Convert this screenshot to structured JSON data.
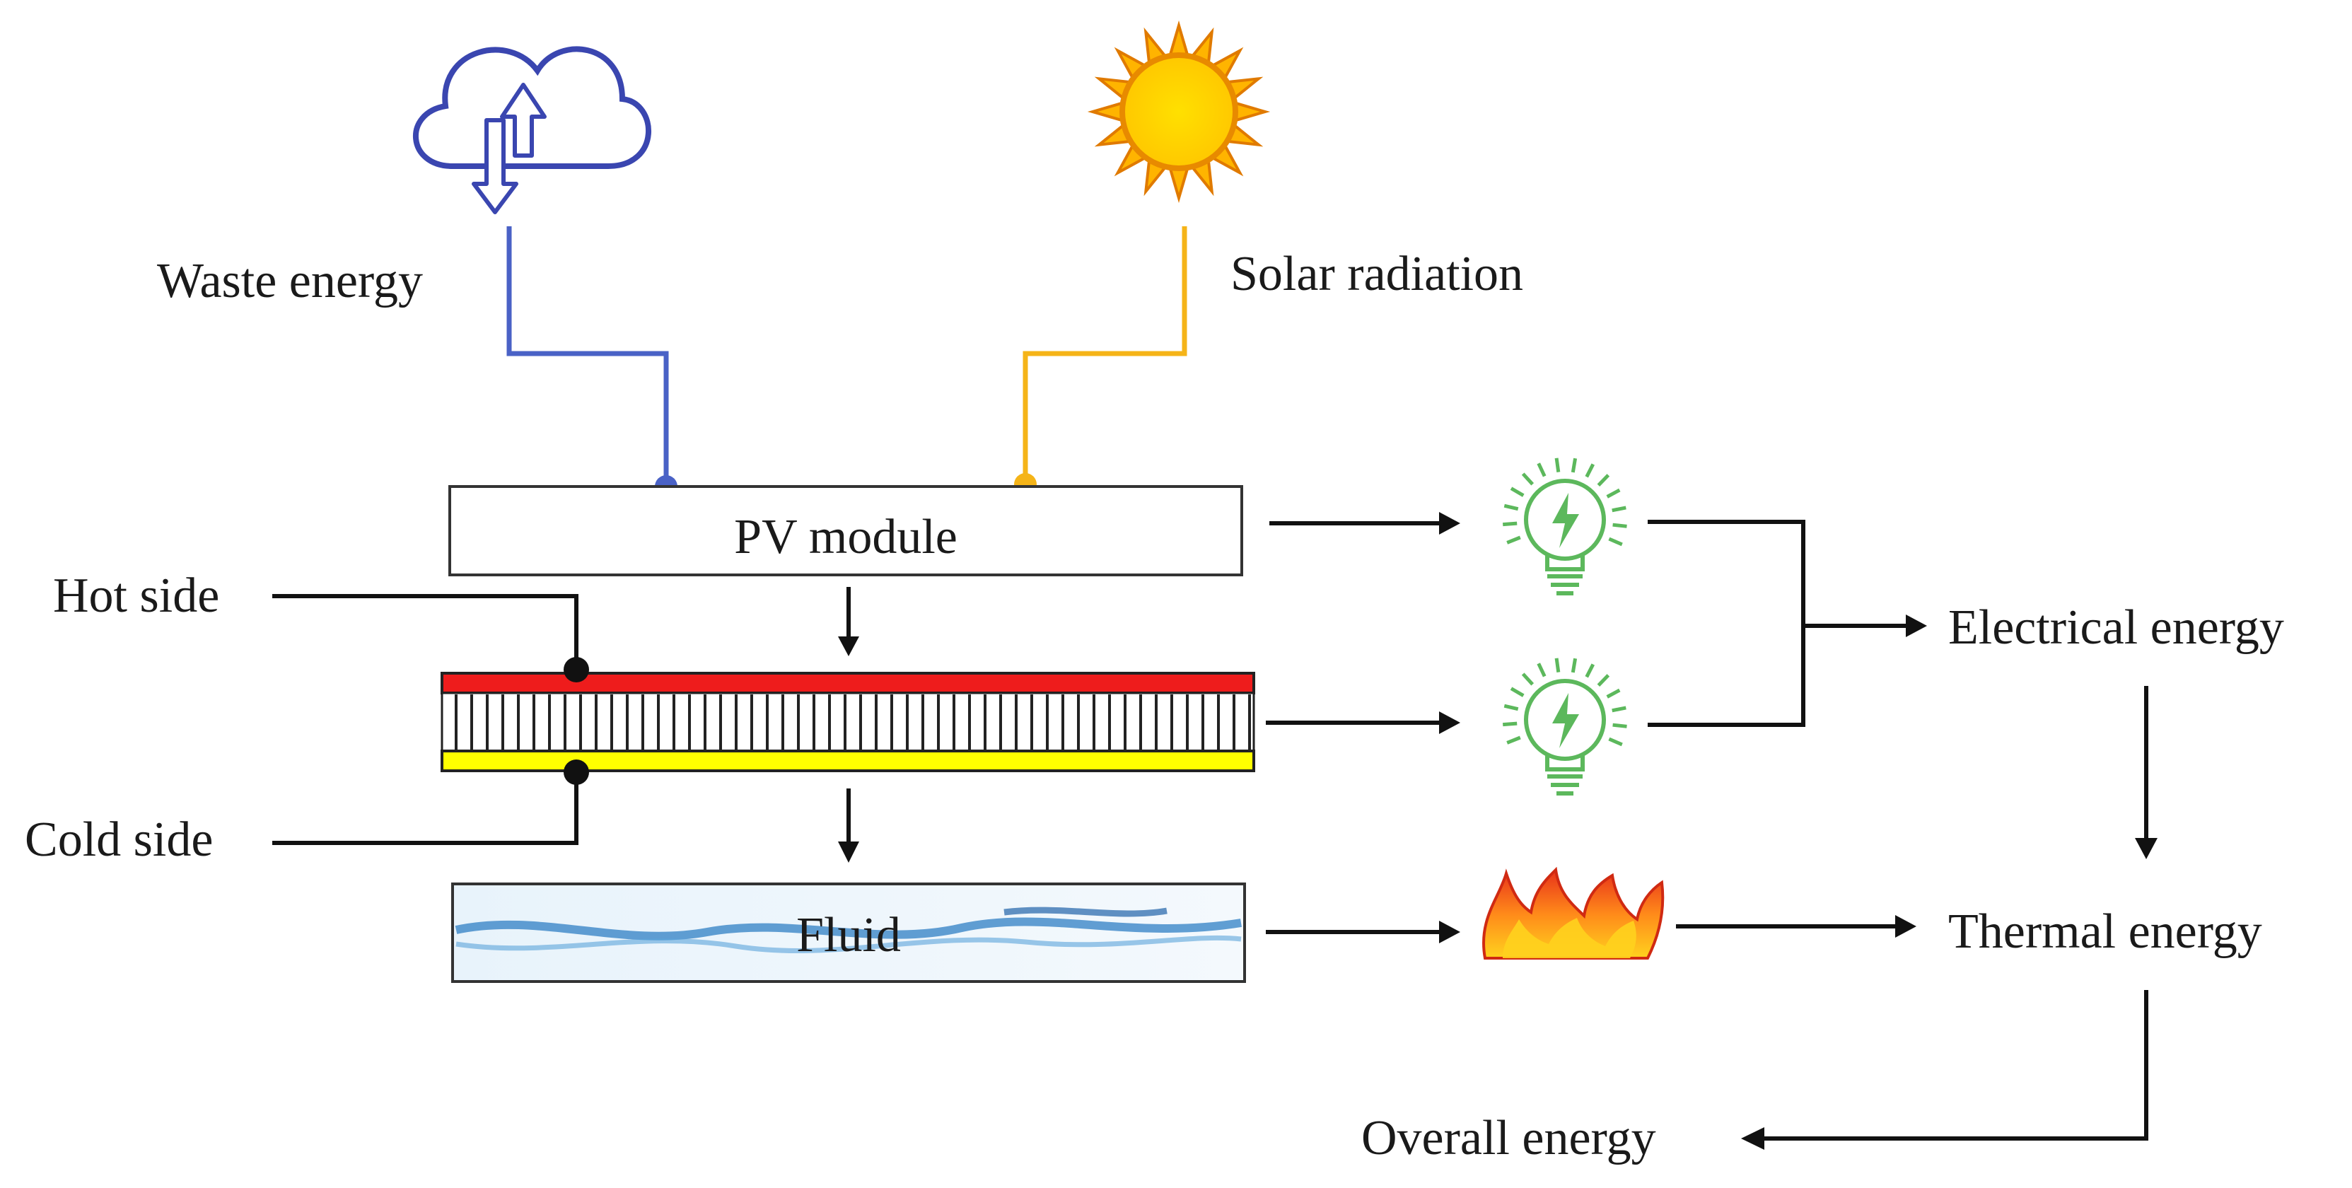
{
  "labels": {
    "waste_energy": "Waste energy",
    "solar_radiation": "Solar radiation",
    "pv_module": "PV module",
    "hot_side": "Hot side",
    "cold_side": "Cold side",
    "fluid": "Fluid",
    "electrical_energy": "Electrical energy",
    "thermal_energy": "Thermal energy",
    "overall_energy": "Overall energy"
  },
  "icons": {
    "waste": "cloud-updown-arrow-icon",
    "solar": "sun-icon",
    "bulb_pv": "lightbulb-icon",
    "bulb_teg": "lightbulb-icon",
    "fire": "fire-icon"
  },
  "colors": {
    "waste_line": "#4a62c6",
    "solar_line": "#f5b418",
    "hot_side": "#ee1c1c",
    "cold_side": "#ffff00",
    "bulb": "#5cb85c",
    "arrow": "#111111"
  }
}
